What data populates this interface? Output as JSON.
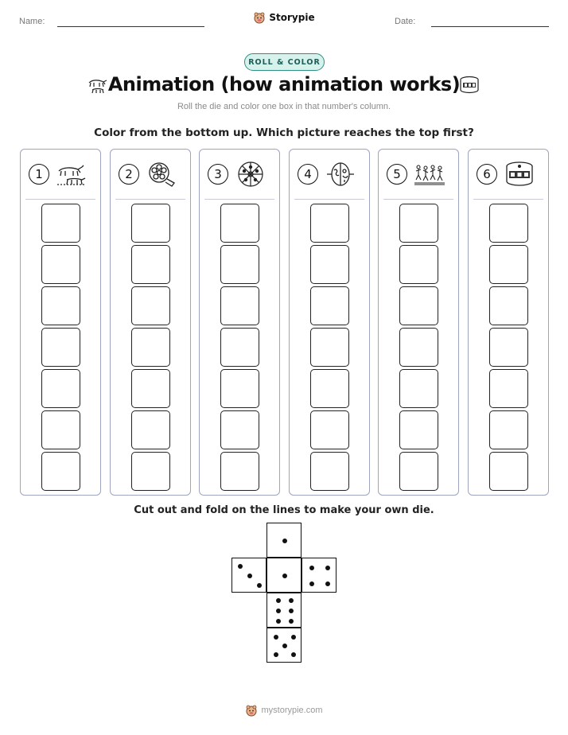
{
  "header": {
    "name_label": "Name:",
    "date_label": "Date:",
    "brand": "Storypie"
  },
  "badge": "ROLL & COLOR",
  "title": "Animation (how animation works)",
  "subtitle": "Roll the die and color one box in that number's column.",
  "instruction": "Color from the bottom up. Which picture reaches the top first?",
  "columns": [
    {
      "number": "1",
      "icon": "cave-painting-animals-icon"
    },
    {
      "number": "2",
      "icon": "film-reel-icon"
    },
    {
      "number": "3",
      "icon": "phenakistoscope-disc-icon"
    },
    {
      "number": "4",
      "icon": "thaumatrope-icon"
    },
    {
      "number": "5",
      "icon": "pottery-figures-sequence-icon"
    },
    {
      "number": "6",
      "icon": "zoetrope-drum-icon"
    }
  ],
  "boxes_per_column": 7,
  "cut_instruction": "Cut out and fold on the lines to make your own die.",
  "die_faces": [
    1,
    3,
    1,
    4,
    6,
    5
  ],
  "footer": "mystorypie.com",
  "colors": {
    "badge_border": "#2f8f83",
    "badge_fill": "#d7f1ec",
    "column_border": "#9fa4bf"
  }
}
